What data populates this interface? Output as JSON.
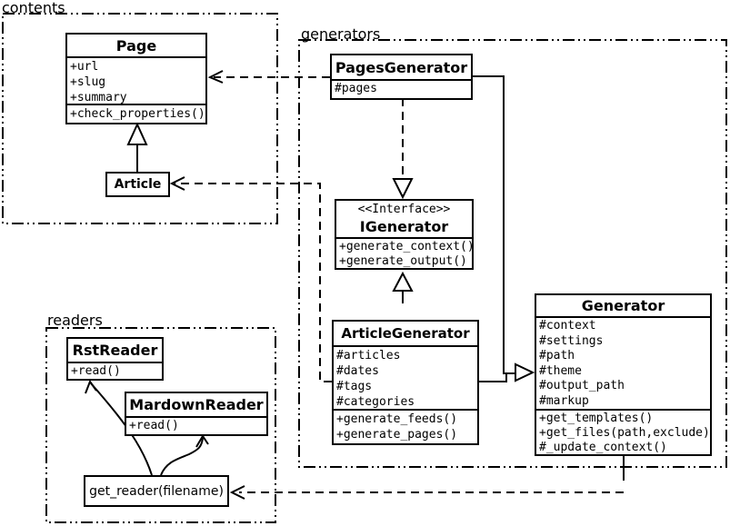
{
  "packages": {
    "contents": {
      "label": "contents"
    },
    "generators": {
      "label": "generators"
    },
    "readers": {
      "label": "readers"
    }
  },
  "classes": {
    "page": {
      "title": "Page",
      "attributes": [
        "+url",
        "+slug",
        "+summary"
      ],
      "methods": [
        "+check_properties()"
      ]
    },
    "article": {
      "title": "Article"
    },
    "pages_generator": {
      "title": "PagesGenerator",
      "attributes": [
        "#pages"
      ]
    },
    "igenerator": {
      "stereotype": "<<Interface>>",
      "title": "IGenerator",
      "methods": [
        "+generate_context()",
        "+generate_output()"
      ]
    },
    "article_generator": {
      "title": "ArticleGenerator",
      "attributes": [
        "#articles",
        "#dates",
        "#tags",
        "#categories"
      ],
      "methods": [
        "+generate_feeds()",
        "+generate_pages()"
      ]
    },
    "generator": {
      "title": "Generator",
      "attributes": [
        "#context",
        "#settings",
        "#path",
        "#theme",
        "#output_path",
        "#markup"
      ],
      "methods": [
        "+get_templates()",
        "+get_files(path,exclude)",
        "#_update_context()"
      ]
    },
    "rst_reader": {
      "title": "RstReader",
      "methods": [
        "+read()"
      ]
    },
    "mardown_reader": {
      "title": "MardownReader",
      "methods": [
        "+read()"
      ]
    },
    "get_reader": {
      "title": "get_reader(filename)"
    }
  },
  "colors": {
    "line": "#000000",
    "background": "#ffffff",
    "box_fill": "#ffffff"
  }
}
